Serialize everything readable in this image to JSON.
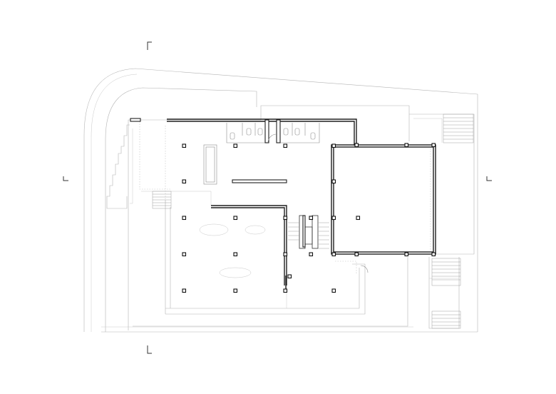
{
  "drawing": {
    "type": "floor-plan",
    "background": "#ffffff",
    "line_color": "#1e1e1e",
    "context_line_color": "#b4b4b4",
    "section_marks": 4,
    "structural_columns": 28
  }
}
